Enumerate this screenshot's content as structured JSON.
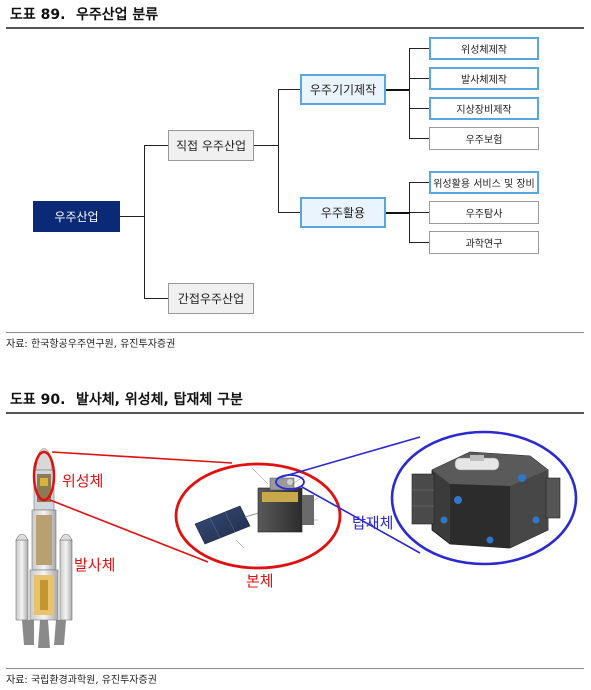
{
  "figure1": {
    "number": "도표 89.",
    "title": "우주산업 분류",
    "root": "우주산업",
    "direct": "직접 우주산업",
    "indirect": "간접우주산업",
    "manufacturing": "우주기기제작",
    "utilization": "우주활용",
    "manufacturing_items": [
      "위성체제작",
      "발사체제작",
      "지상장비제작",
      "우주보험"
    ],
    "utilization_items": [
      "위성활용 서비스 및 장비",
      "우주탐사",
      "과학연구"
    ],
    "source": "자료: 한국항공우주연구원, 유진투자증권"
  },
  "figure2": {
    "number": "도표 90.",
    "title": "발사체, 위성체, 탑재체 구분",
    "labels": {
      "satellite": "위성체",
      "launcher": "발사체",
      "body": "본체",
      "payload": "탑재체"
    },
    "source": "자료: 국립환경과학원, 유진투자증권"
  },
  "colors": {
    "root_bg": "#0a2a78",
    "highlight_border": "#5aa6df",
    "red_annotation": "#e01010",
    "blue_annotation": "#2a2ad0"
  }
}
